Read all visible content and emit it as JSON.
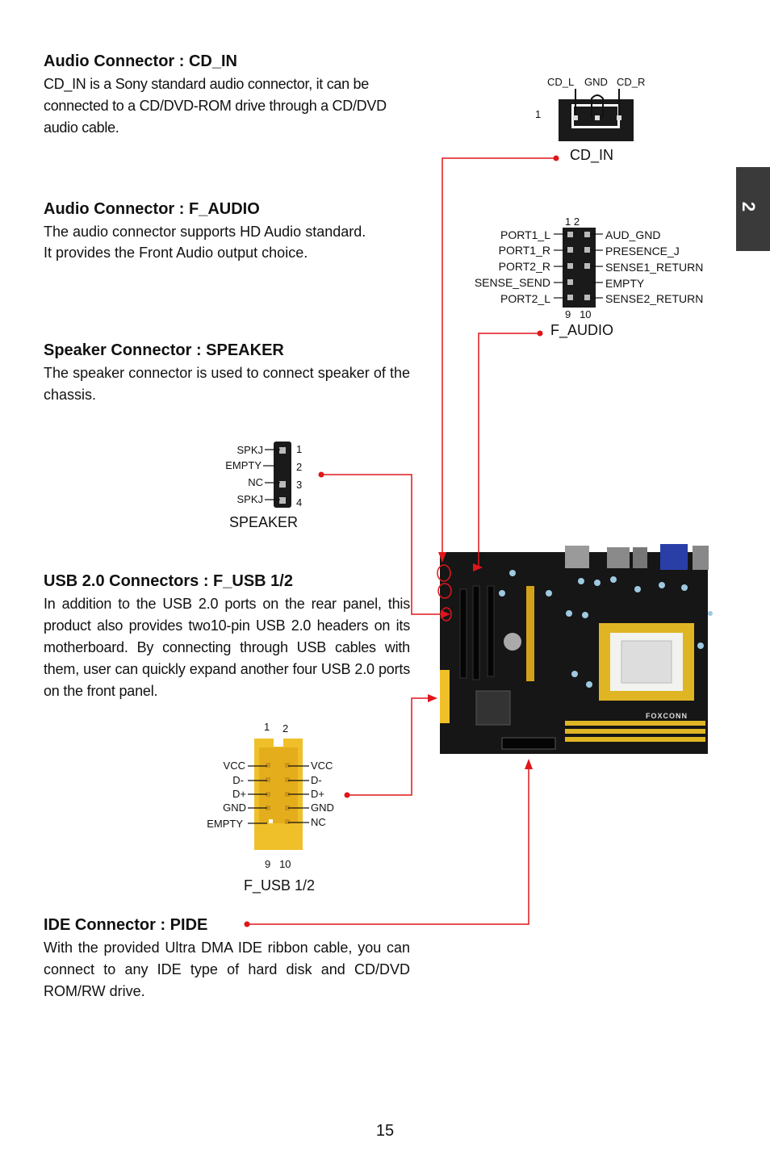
{
  "side_tab": "2",
  "sections": {
    "cd_in": {
      "heading": "Audio Connector : CD_IN",
      "body": "CD_IN is a Sony standard audio connector, it can be connected to a CD/DVD-ROM drive through a CD/DVD audio cable."
    },
    "f_audio": {
      "heading": "Audio Connector : F_AUDIO",
      "body_line1": "The audio connector supports HD Audio standard.",
      "body_line2": "It provides the Front Audio output choice."
    },
    "speaker": {
      "heading": "Speaker Connector : SPEAKER",
      "body": "The speaker connector is used to connect speaker of the chassis."
    },
    "usb": {
      "heading": "USB 2.0 Connectors : F_USB 1/2",
      "body": "In addition to the USB 2.0 ports on the rear panel, this product also provides two10-pin USB 2.0 headers on its motherboard. By connecting through USB cables with them, user can quickly expand another four USB 2.0 ports on the front panel."
    },
    "ide": {
      "heading": "IDE Connector : PIDE",
      "body": "With the provided Ultra DMA IDE ribbon cable, you can connect to any IDE type of hard disk and CD/DVD ROM/RW drive."
    }
  },
  "cd_in_diagram": {
    "pins": [
      "CD_L",
      "GND",
      "CD_R"
    ],
    "pin1": "1",
    "caption": "CD_IN"
  },
  "f_audio_diagram": {
    "top_numbers": "1    2",
    "bottom_numbers": "9   10",
    "left_pins": [
      "PORT1_L",
      "PORT1_R",
      "PORT2_R",
      "SENSE_SEND",
      "PORT2_L"
    ],
    "right_pins": [
      "AUD_GND",
      "PRESENCE_J",
      "SENSE1_RETURN",
      "EMPTY",
      "SENSE2_RETURN"
    ],
    "caption": "F_AUDIO"
  },
  "speaker_diagram": {
    "left_pins": [
      "SPKJ",
      "EMPTY",
      "NC",
      "SPKJ"
    ],
    "numbers": [
      "1",
      "2",
      "3",
      "4"
    ],
    "caption": "SPEAKER"
  },
  "usb_diagram": {
    "top_numbers": [
      "1",
      "2"
    ],
    "bottom_numbers": "9   10",
    "left_pins": [
      "VCC",
      "D-",
      "D+",
      "GND",
      "EMPTY"
    ],
    "right_pins": [
      "VCC",
      "D-",
      "D+",
      "GND",
      "NC"
    ],
    "caption": "F_USB 1/2"
  },
  "board": {
    "logo": "FOXCONN"
  },
  "page_number": "15",
  "colors": {
    "callout": "#e0161c",
    "usb_header": "#f0c02a",
    "board": "#161616",
    "tab": "#3a3a3a"
  }
}
